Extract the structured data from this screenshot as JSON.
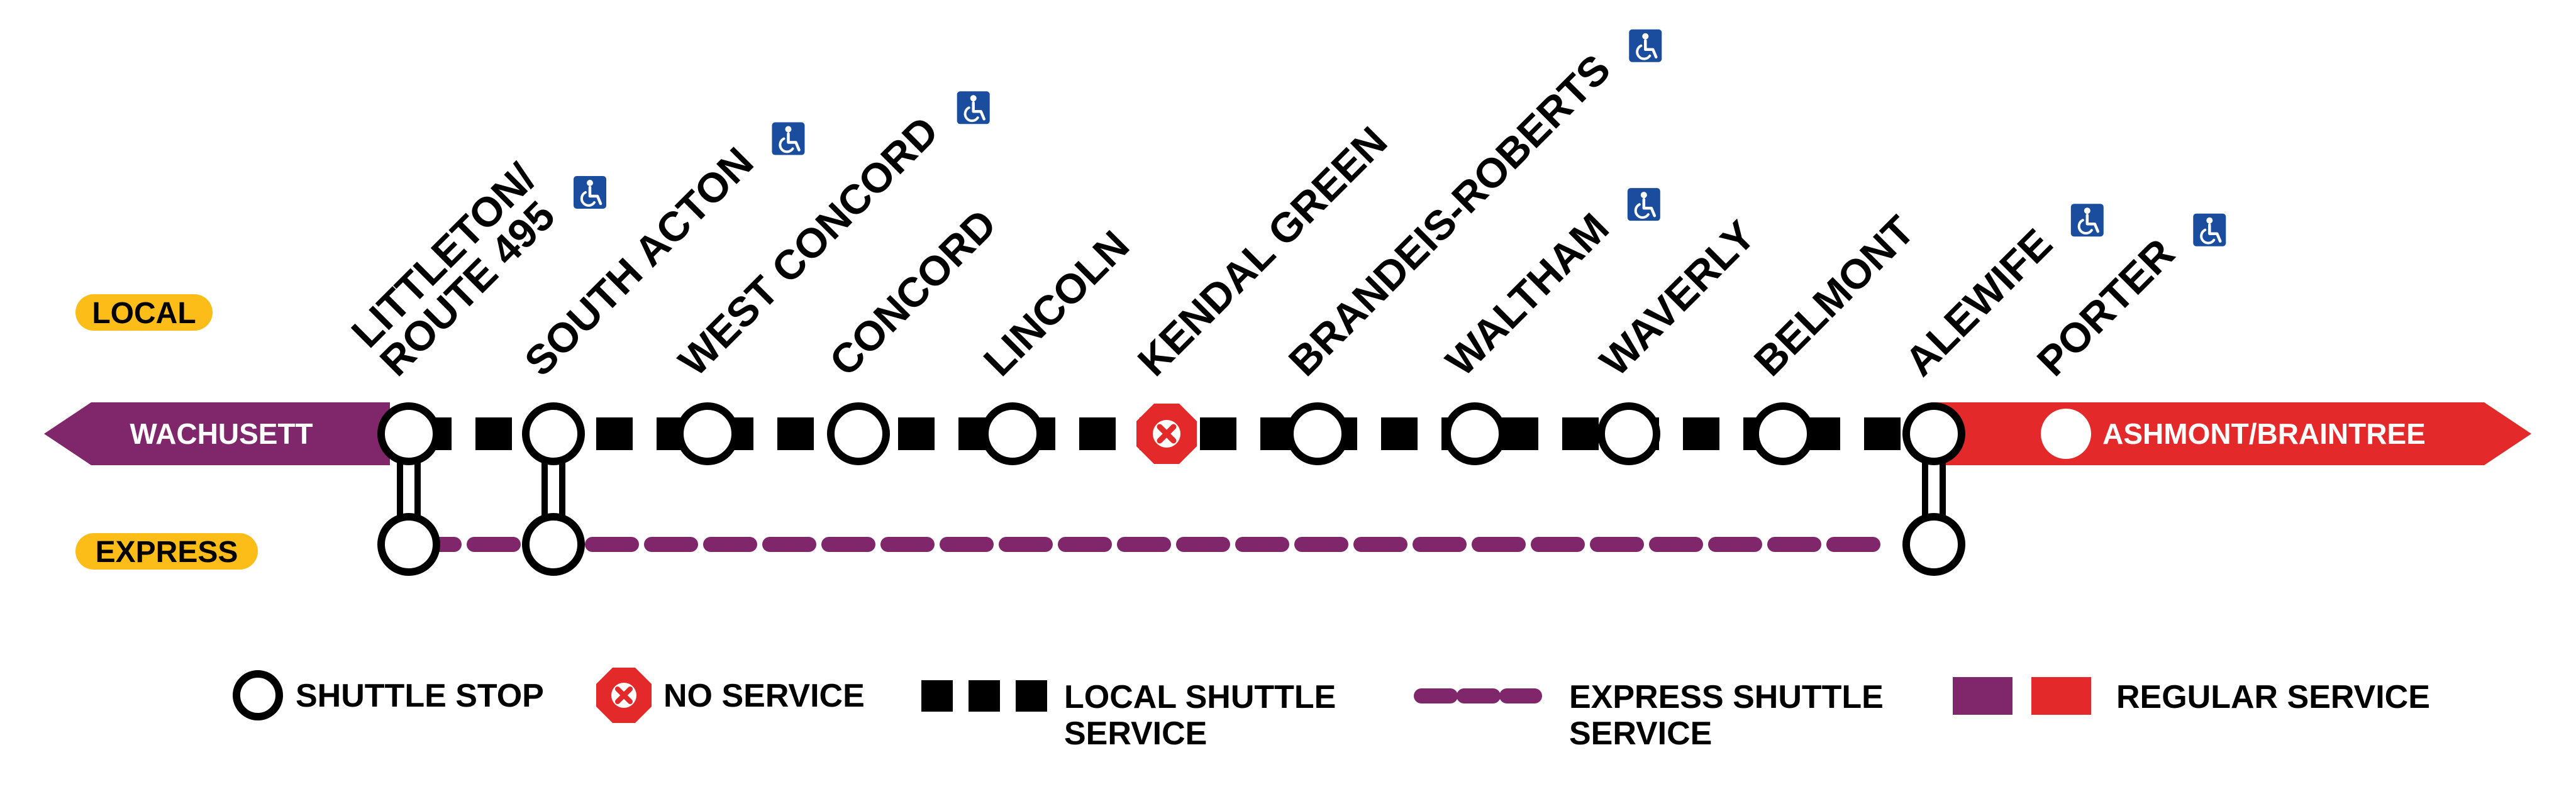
{
  "service_pills": {
    "local": "LOCAL",
    "express": "EXPRESS"
  },
  "endpoints": {
    "west": "WACHUSETT",
    "east": "ASHMONT/BRAINTREE"
  },
  "stations": [
    {
      "name_line1": "LITTLETON/",
      "name_line2": "ROUTE 495",
      "accessible": true,
      "status": "shuttle-stop",
      "express_stop": true
    },
    {
      "name_line1": "SOUTH ACTON",
      "accessible": true,
      "status": "shuttle-stop",
      "express_stop": true
    },
    {
      "name_line1": "WEST CONCORD",
      "accessible": true,
      "status": "shuttle-stop",
      "express_stop": false
    },
    {
      "name_line1": "CONCORD",
      "accessible": false,
      "status": "shuttle-stop",
      "express_stop": false
    },
    {
      "name_line1": "LINCOLN",
      "accessible": false,
      "status": "shuttle-stop",
      "express_stop": false
    },
    {
      "name_line1": "KENDAL GREEN",
      "accessible": false,
      "status": "no-service",
      "express_stop": false
    },
    {
      "name_line1": "BRANDEIS-ROBERTS",
      "accessible": true,
      "status": "shuttle-stop",
      "express_stop": false
    },
    {
      "name_line1": "WALTHAM",
      "accessible": true,
      "status": "shuttle-stop",
      "express_stop": false
    },
    {
      "name_line1": "WAVERLY",
      "accessible": false,
      "status": "shuttle-stop",
      "express_stop": false
    },
    {
      "name_line1": "BELMONT",
      "accessible": false,
      "status": "shuttle-stop",
      "express_stop": false
    },
    {
      "name_line1": "ALEWIFE",
      "accessible": true,
      "status": "shuttle-stop",
      "express_stop": true
    },
    {
      "name_line1": "PORTER",
      "accessible": true,
      "status": "regular-service",
      "express_stop": false
    }
  ],
  "legend": {
    "shuttle_stop": "SHUTTLE STOP",
    "no_service": "NO SERVICE",
    "local_line1": "LOCAL SHUTTLE",
    "local_line2": "SERVICE",
    "express_line1": "EXPRESS SHUTTLE",
    "express_line2": "SERVICE",
    "regular": "REGULAR SERVICE"
  },
  "colors": {
    "commuter_rail_purple": "#80276c",
    "red_line": "#e32929",
    "pill_yellow": "#fcbd19",
    "accessible_blue": "#1a4d9e",
    "stroke_black": "#000000"
  },
  "icons": {
    "accessible": "wheelchair-icon",
    "no_service": "no-service-x-icon",
    "stop": "shuttle-stop-circle-icon"
  }
}
